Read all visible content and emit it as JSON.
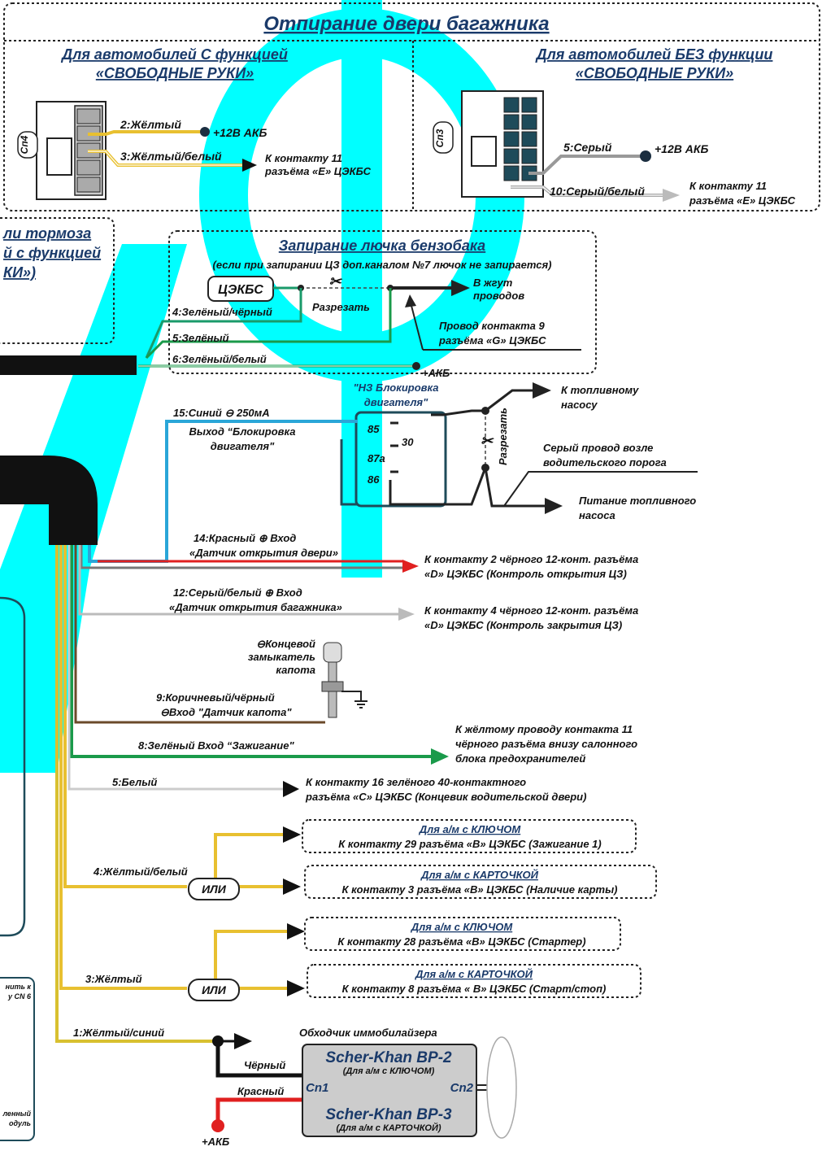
{
  "trunk_unlock": {
    "title": "Отпирание двери багажника",
    "with_hf_line1": "Для автомобилей С функцией",
    "with_hf_line2": "«СВОБОДНЫЕ РУКИ»",
    "without_hf_line1": "Для автомобилей БЕЗ функции",
    "without_hf_line2": "«СВОБОДНЫЕ РУКИ»",
    "cn4_label": "Сп4",
    "cn3_label": "Сп3",
    "w2": "2:Жёлтый",
    "w2_target": "+12В АКБ",
    "w3": "3:Жёлтый/белый",
    "w3_target_1": "К контакту 11",
    "w3_target_2": "разъёма «E» ЦЭКБС",
    "w5": "5:Серый",
    "w5_target": "+12В АКБ",
    "w10": "10:Серый/белый",
    "w10_target_1": "К контакту 11",
    "w10_target_2": "разъёма «E» ЦЭКБС"
  },
  "brake_box": {
    "line1": "ли тормоза",
    "line2": "й с функцией",
    "line3": "КИ»)"
  },
  "fuel_lid": {
    "title": "Запирание лючка бензобака",
    "subtitle": "(если при запирании ЦЗ доп.каналом №7 лючок не запирается)",
    "cekbs": "ЦЭКБС",
    "cut": "Разрезать",
    "to_harness_1": "В жгут",
    "to_harness_2": "проводов",
    "w4": "4:Зелёный/чёрный",
    "w5": "5:Зелёный",
    "w6": "6:Зелёный/белый",
    "pin9_1": "Провод контакта 9",
    "pin9_2": "разъёма «G» ЦЭКБС",
    "akb": "+АКБ"
  },
  "relay": {
    "title_1": "\"НЗ Блокировка",
    "title_2": "двигателя\"",
    "p85": "85",
    "p30": "30",
    "p87a": "87а",
    "p86": "86",
    "w15": "15:Синий ⊖ 250мА",
    "output_1": "Выход “Блокировка",
    "output_2": "двигателя\"",
    "cut": "Разрезать",
    "to_pump_1": "К топливному",
    "to_pump_2": "насосу",
    "grey_wire_1": "Серый провод возле",
    "grey_wire_2": "водительского порога",
    "pump_power_1": "Питание топливного",
    "pump_power_2": "насоса"
  },
  "inputs": {
    "w14_1": "14:Красный ⊕ Вход",
    "w14_2": "«Датчик открытия двери»",
    "w14_target_1": "К контакту 2 чёрного 12-конт. разъёма",
    "w14_target_2": "«D» ЦЭКБС (Контроль открытия ЦЗ)",
    "w12_1": "12:Серый/белый ⊕ Вход",
    "w12_2": "«Датчик открытия багажника»",
    "w12_target_1": "К контакту 4 чёрного 12-конт. разъёма",
    "w12_target_2": "«D» ЦЭКБС (Контроль закрытия ЦЗ)",
    "hood_1": "⊖Концевой",
    "hood_2": "замыкатель",
    "hood_3": "капота",
    "w9_1": "9:Коричневый/чёрный",
    "w9_2": "⊖Вход \"Датчик капота\"",
    "w8": "8:Зелёный Вход “Зажигание\"",
    "w8_target_1": "К жёлтому проводу контакта 11",
    "w8_target_2": "чёрного разъёма внизу салонного",
    "w8_target_3": "блока предохранителей",
    "w5": "5:Белый",
    "w5_target_1": "К контакту 16 зелёного 40-контактного",
    "w5_target_2": "разъёма «С» ЦЭКБС (Концевик водительской двери)"
  },
  "ignition": {
    "w4": "4:Жёлтый/белый",
    "or": "ИЛИ",
    "key_title": "Для а/м с КЛЮЧОМ",
    "key_text": "К контакту 29 разъёма «B» ЦЭКБС (Зажигание 1)",
    "card_title": "Для а/м с КАРТОЧКОЙ",
    "card_text": "К контакту 3 разъёма «B» ЦЭКБС (Наличие карты)"
  },
  "starter": {
    "w3": "3:Жёлтый",
    "or": "ИЛИ",
    "key_title": "Для а/м с КЛЮЧОМ",
    "key_text": "К контакту 28 разъёма «B» ЦЭКБС (Стартер)",
    "card_title": "Для а/м с КАРТОЧКОЙ",
    "card_text": "К контакту 8 разъёма « B» ЦЭКБС (Старт/стоп)"
  },
  "bypass": {
    "w1": "1:Жёлтый/синий",
    "title": "Обходчик иммобилайзера",
    "bp2": "Scher-Khan BP-2",
    "bp2_sub": "(Для а/м с КЛЮЧОМ)",
    "bp3": "Scher-Khan BP-3",
    "bp3_sub": "(Для а/м с КАРТОЧКОЙ)",
    "cn1": "Cn1",
    "cn2": "Cn2",
    "black": "Чёрный",
    "red": "Красный",
    "akb": "+АКБ"
  },
  "left_edge": {
    "note_1": "нить к",
    "note_2": "у CN 6",
    "module_1": "ленный",
    "module_2": "одуль"
  },
  "colors": {
    "watermark": "#00ffff",
    "teal_box": "#1e4b5a",
    "blue_wire": "#2aa6d8",
    "red_wire": "#e02020",
    "green_wire": "#1a9a4a",
    "yellow_wire": "#f0c020"
  }
}
